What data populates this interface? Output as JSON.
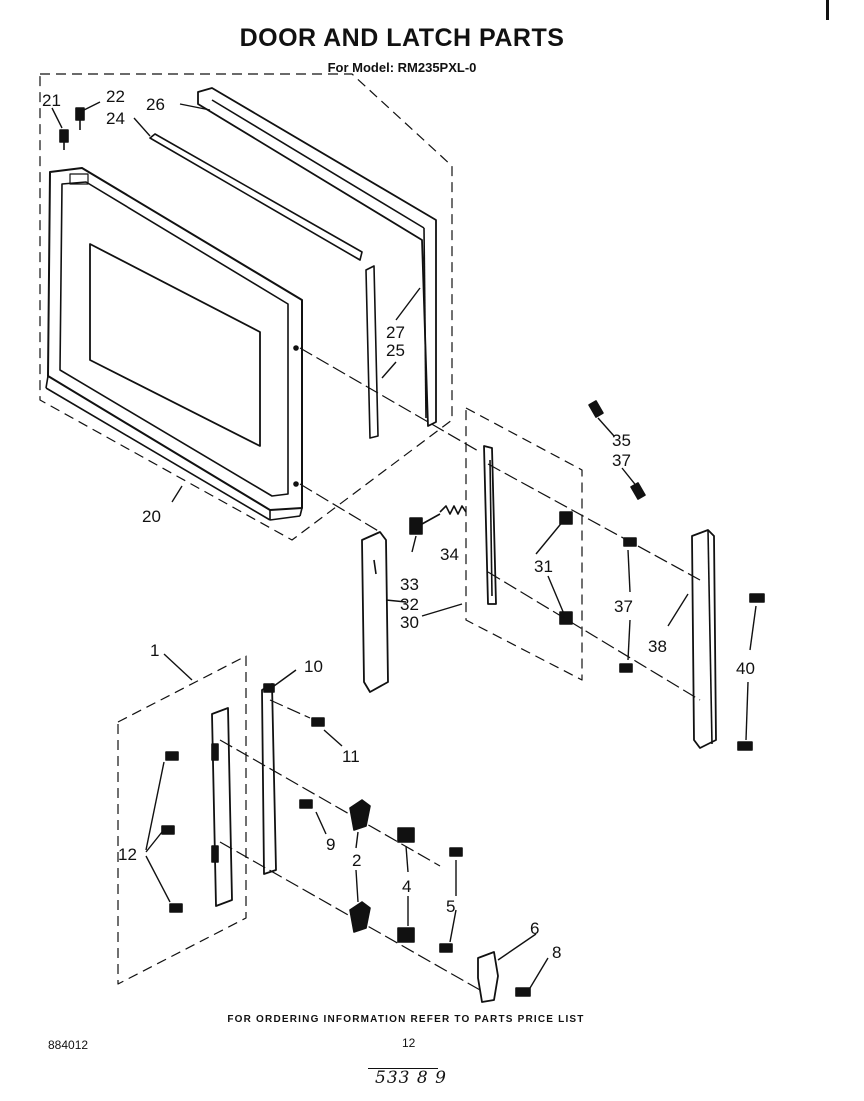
{
  "header": {
    "title": "DOOR AND LATCH PARTS",
    "subtitle": "For Model: RM235PXL-0"
  },
  "footer": {
    "note": "FOR ORDERING INFORMATION REFER TO PARTS PRICE LIST",
    "doc_number": "884012",
    "page_number": "12",
    "handwritten": "533 8 9"
  },
  "callouts": {
    "c1": "1",
    "c2": "2",
    "c4": "4",
    "c5": "5",
    "c6": "6",
    "c8": "8",
    "c9": "9",
    "c10": "10",
    "c11": "11",
    "c12": "12",
    "c20": "20",
    "c21": "21",
    "c22": "22",
    "c24": "24",
    "c25": "25",
    "c26": "26",
    "c27": "27",
    "c30": "30",
    "c31": "31",
    "c32": "32",
    "c33": "33",
    "c34": "34",
    "c35": "35",
    "c37a": "37",
    "c37b": "37",
    "c38": "38",
    "c40": "40"
  }
}
